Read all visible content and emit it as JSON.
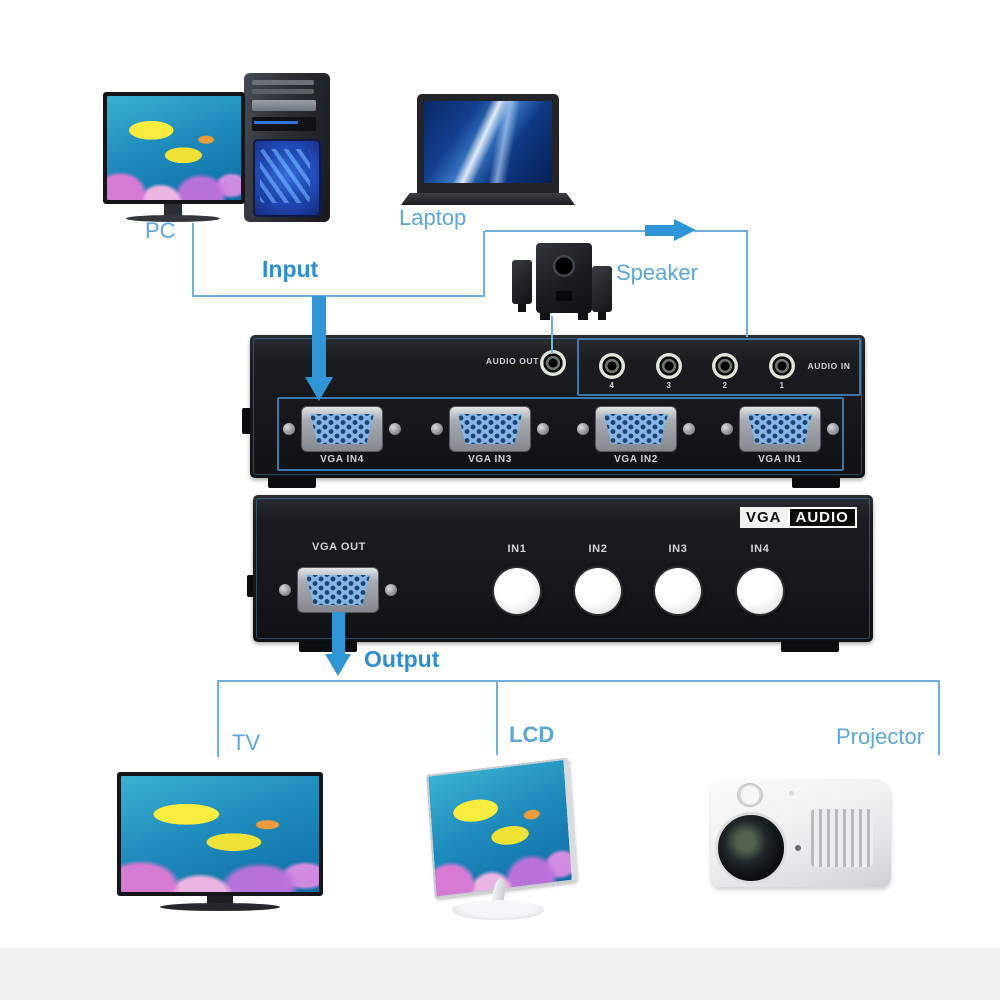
{
  "diagram": {
    "input_label": "Input",
    "output_label": "Output",
    "sources": {
      "pc": "PC",
      "laptop": "Laptop",
      "speaker": "Speaker"
    },
    "sinks": {
      "tv": "TV",
      "lcd": "LCD",
      "projector": "Projector"
    }
  },
  "switch_top_panel": {
    "audio_out_label": "AUDIO OUT",
    "audio_in_label": "AUDIO IN",
    "audio_in_jack_numbers": [
      "4",
      "3",
      "2",
      "1"
    ],
    "vga_input_labels": [
      "VGA IN4",
      "VGA IN3",
      "VGA IN2",
      "VGA IN1"
    ]
  },
  "switch_front_panel": {
    "brand_vga": "VGA",
    "brand_audio": "AUDIO",
    "vga_out_label": "VGA OUT",
    "button_labels": [
      "IN1",
      "IN2",
      "IN3",
      "IN4"
    ]
  },
  "colors": {
    "connector_blue": "#6fb1dc",
    "arrow_blue": "#2e96d6",
    "label_blue": "#5aa7d8",
    "panel_black": "#17191c",
    "vga_port_blue": "#86b6e7"
  }
}
